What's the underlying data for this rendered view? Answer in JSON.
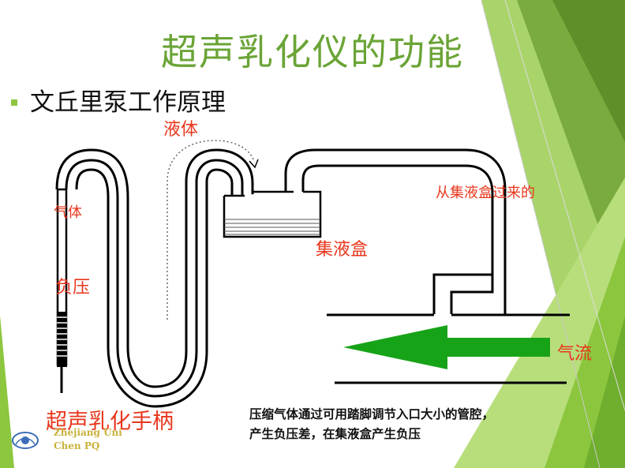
{
  "slide": {
    "title": "超声乳化仪的功能",
    "subtitle": "文丘里泵工作原理"
  },
  "labels": {
    "liquid": "液体",
    "gas": "气体",
    "negative_pressure": "负压",
    "collection_box": "集液盒",
    "from_collection_box": "从集液盒过来的",
    "airflow": "气流",
    "handpiece": "超声乳化手柄"
  },
  "description": {
    "line1": "压缩气体通过可用踏脚调节入口大小的管腔，",
    "line2": "产生负压差，在集液盒产生负压"
  },
  "credits": {
    "line1": "Zhejiang Uni",
    "line2": "Chen PQ"
  },
  "colors": {
    "title": "#6aa436",
    "label": "#e8361c",
    "arrow": "#17a317",
    "accent_green": "#8dc63f"
  },
  "icons": {
    "bullet": "square-bullet-icon",
    "logo": "eye-logo-icon"
  }
}
